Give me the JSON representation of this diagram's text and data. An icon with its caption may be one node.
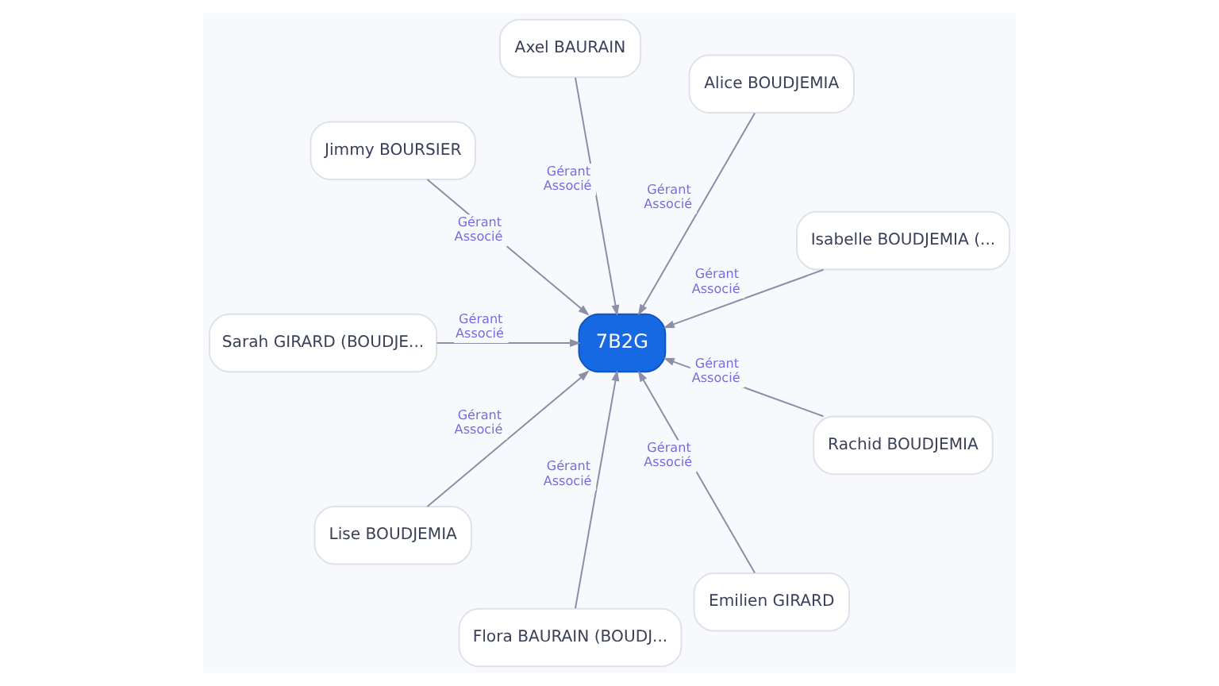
{
  "diagram": {
    "nodes": [
      {
        "text": [
          "7B2G"
        ]
      },
      {
        "text": [
          "Axel BAURAIN"
        ]
      },
      {
        "text": [
          "Alice BOUDJEMIA"
        ]
      },
      {
        "text": [
          "Jimmy BOURSIER"
        ]
      },
      {
        "text": [
          "Isabelle BOUDJEMIA (..."
        ]
      },
      {
        "text": [
          "Sarah GIRARD (BOUDJE..."
        ]
      },
      {
        "text": [
          "Rachid BOUDJEMIA"
        ]
      },
      {
        "text": [
          "Lise BOUDJEMIA"
        ]
      },
      {
        "text": [
          "Flora BAURAIN (BOUDJ..."
        ]
      },
      {
        "text": [
          "Emilien GIRARD"
        ]
      }
    ],
    "edges": [
      {
        "from": 1,
        "to": 0,
        "arrow": "to",
        "label": "Gérant Associé"
      },
      {
        "from": 2,
        "to": 0,
        "arrow": "to",
        "label": "Gérant Associé"
      },
      {
        "from": 4,
        "to": 0,
        "arrow": "to",
        "label": "Gérant Associé"
      },
      {
        "from": 6,
        "to": 0,
        "arrow": "to",
        "label": "Gérant Associé"
      },
      {
        "from": 9,
        "to": 0,
        "arrow": "to",
        "label": "Gérant Associé"
      },
      {
        "from": 8,
        "to": 0,
        "arrow": "to",
        "label": "Gérant Associé"
      },
      {
        "from": 7,
        "to": 0,
        "arrow": "to",
        "label": "Gérant Associé"
      },
      {
        "from": 5,
        "to": 0,
        "arrow": "to",
        "label": "Gérant Associé"
      },
      {
        "from": 3,
        "to": 0,
        "arrow": "to",
        "label": "Gérant Associé"
      }
    ]
  }
}
